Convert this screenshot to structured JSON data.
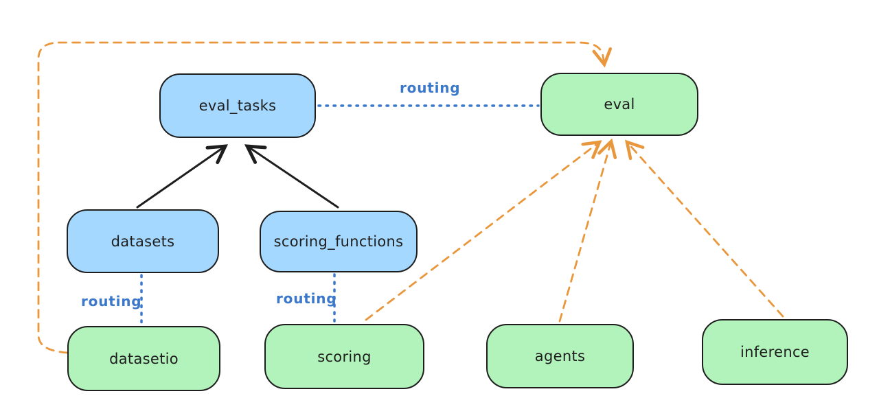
{
  "diagram": {
    "type": "flow-diagram",
    "background": "#ffffff",
    "colors": {
      "api_node_fill": "#a5d8ff",
      "provider_node_fill": "#b2f2bb",
      "node_stroke": "#1e1e1e",
      "routing_line_and_label": "#3b78c9",
      "provider_dashed_line": "#e9973d",
      "solid_arrow": "#1e1e1e"
    },
    "nodes": {
      "eval_tasks": {
        "label": "eval_tasks",
        "kind": "api"
      },
      "eval": {
        "label": "eval",
        "kind": "provider"
      },
      "datasets": {
        "label": "datasets",
        "kind": "api"
      },
      "scoring_functions": {
        "label": "scoring_functions",
        "kind": "api"
      },
      "datasetio": {
        "label": "datasetio",
        "kind": "provider"
      },
      "scoring": {
        "label": "scoring",
        "kind": "provider"
      },
      "agents": {
        "label": "agents",
        "kind": "provider"
      },
      "inference": {
        "label": "inference",
        "kind": "provider"
      }
    },
    "edges": [
      {
        "from": "datasets",
        "to": "eval_tasks",
        "style": "solid",
        "arrow": true,
        "color": "#1e1e1e"
      },
      {
        "from": "scoring_functions",
        "to": "eval_tasks",
        "style": "solid",
        "arrow": true,
        "color": "#1e1e1e"
      },
      {
        "from": "eval_tasks",
        "to": "eval",
        "style": "dotted",
        "arrow": false,
        "color": "#3b78c9",
        "label": "routing"
      },
      {
        "from": "datasets",
        "to": "datasetio",
        "style": "dotted",
        "arrow": false,
        "color": "#3b78c9",
        "label": "routing"
      },
      {
        "from": "scoring_functions",
        "to": "scoring",
        "style": "dotted",
        "arrow": false,
        "color": "#3b78c9",
        "label": "routing"
      },
      {
        "from": "datasetio",
        "to": "eval",
        "style": "dashed",
        "arrow": true,
        "color": "#e9973d"
      },
      {
        "from": "scoring",
        "to": "eval",
        "style": "dashed",
        "arrow": true,
        "color": "#e9973d"
      },
      {
        "from": "agents",
        "to": "eval",
        "style": "dashed",
        "arrow": true,
        "color": "#e9973d"
      },
      {
        "from": "inference",
        "to": "eval",
        "style": "dashed",
        "arrow": true,
        "color": "#e9973d"
      }
    ]
  }
}
